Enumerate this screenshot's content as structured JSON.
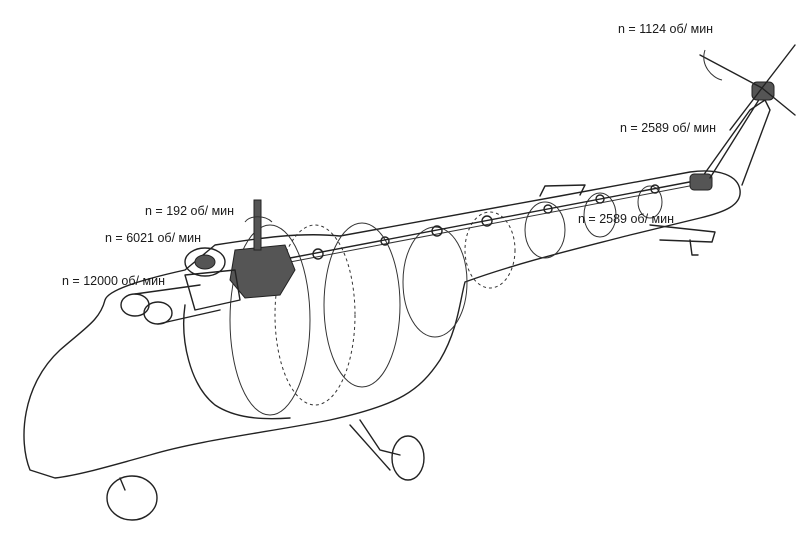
{
  "labels": {
    "tail_rotor": "n = 1124 об/ мин",
    "intermediate_gearbox": "n = 2589 об/ мин",
    "tail_shaft": "n = 2589 об/ мин",
    "main_rotor": "n = 192 об/ мин",
    "main_gearbox_input": "n = 6021 об/ мин",
    "engine": "n = 12000 об/ мин"
  }
}
